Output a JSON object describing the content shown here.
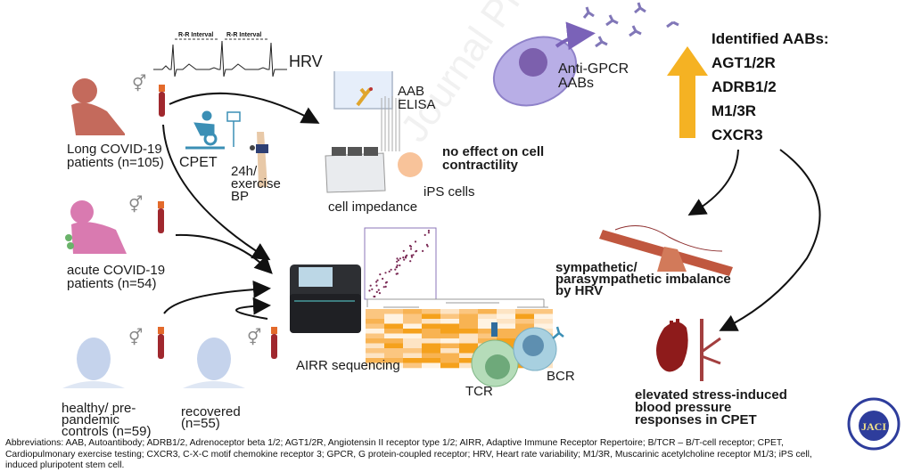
{
  "groups": [
    {
      "label_line1": "Long COVID-19",
      "label_line2": "patients (n=105)",
      "color": "#c46a5c"
    },
    {
      "label_line1": "acute COVID-19",
      "label_line2": "patients (n=54)",
      "color": "#d97ab0"
    },
    {
      "label_line1": "healthy/ pre-",
      "label_line2": "pandemic",
      "label_line3": "controls (n=59)",
      "color": "#b9c8e3"
    },
    {
      "label_line1": "recovered",
      "label_line2": "(n=55)",
      "color": "#b9c8e3"
    }
  ],
  "symbols": {
    "sex": "⚥"
  },
  "methods": {
    "hrv": "HRV",
    "rr_interval": "R-R Interval",
    "cpet": "CPET",
    "bp_line1": "24h/",
    "bp_line2": "exercise",
    "bp_line3": "BP",
    "elisa_line1": "AAB",
    "elisa_line2": "ELISA",
    "cell_impedance": "cell impedance",
    "ips_cells": "iPS cells",
    "airr": "AIRR sequencing",
    "tcr": "TCR",
    "bcr": "BCR"
  },
  "findings": {
    "contractility_line1": "no effect on cell",
    "contractility_line2": "contractility",
    "anti_gpcr_line1": "Anti-GPCR",
    "anti_gpcr_line2": "AABs",
    "identified_title": "Identified AABs:",
    "identified": [
      "AGT1/2R",
      "ADRB1/2",
      "M1/3R",
      "CXCR3"
    ],
    "imbalance_line1": "sympathetic/",
    "imbalance_line2": "parasympathetic imbalance",
    "imbalance_line3": "by HRV",
    "bp_line1": "elevated stress-induced",
    "bp_line2": "blood pressure",
    "bp_line3": "responses in CPET"
  },
  "colors": {
    "arrow_up": "#f5b223",
    "cell": "#9b8fd0",
    "antibody": "#8177b8",
    "seesaw": "#c0573f",
    "heart": "#8e1b1b",
    "heatmap_dark": "#f5a11c",
    "heatmap_light": "#fde4c4",
    "tcr": "#9fd1a6",
    "bcr": "#a8d0e0"
  },
  "watermark": "Journal Pre-proof",
  "journal_logo": "JACI",
  "abbreviations": "Abbreviations: AAB, Autoantibody; ADRB1/2, Adrenoceptor beta 1/2; AGT1/2R, Angiotensin II receptor type 1/2; AIRR, Adaptive Immune Receptor Repertoire; B/TCR – B/T-cell receptor; CPET, Cardiopulmonary exercise testing; CXCR3, C-X-C motif chemokine receptor 3; GPCR, G protein-coupled receptor; HRV, Heart rate variability; M1/3R, Muscarinic acetylcholine receptor M1/3; iPS cell, induced pluripotent stem cell."
}
